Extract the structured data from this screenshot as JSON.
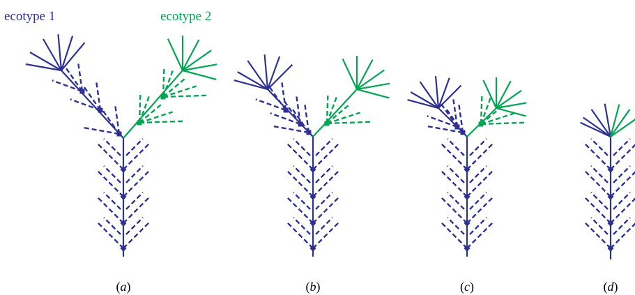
{
  "legend": {
    "ecotype1": "ecotype 1",
    "ecotype2": "ecotype 2"
  },
  "colors": {
    "ecotype1": "#2e3192",
    "ecotype2": "#00a651"
  },
  "panels": [
    {
      "open": "(",
      "letter": "a",
      "close": ")"
    },
    {
      "open": "(",
      "letter": "b",
      "close": ")"
    },
    {
      "open": "(",
      "letter": "c",
      "close": ")"
    },
    {
      "open": "(",
      "letter": "d",
      "close": ")"
    }
  ]
}
